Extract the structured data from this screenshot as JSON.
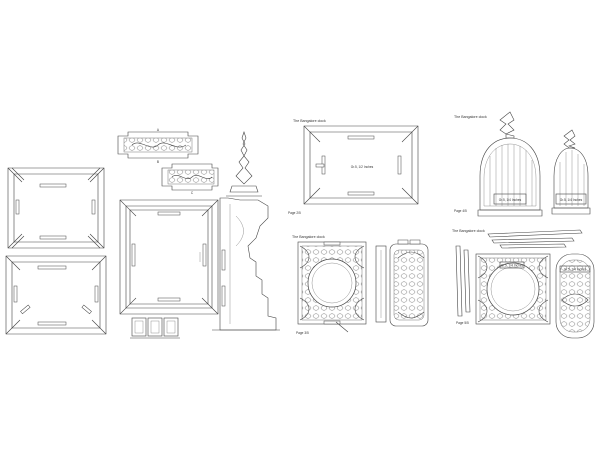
{
  "sheet2": {
    "title": "The Bangalore clock",
    "center_label": "Gr.5, 1/2 Inches",
    "page_note": "Page 2/5"
  },
  "sheet3": {
    "title": "The Bangalore clock",
    "page_note": "Page 3/5"
  },
  "sheet4": {
    "title": "The Bangalore clock",
    "label_left": "Gr.5, 1/4 Inches",
    "label_right": "Gr.5, 1/4 Inches",
    "page_note": "Page 4/5"
  },
  "sheet5": {
    "title": "The Bangalore clock",
    "label_a": "Gr.5, 1/4 Inches",
    "label_b": "Gr.5, 1/4 Inches",
    "page_note": "Page 5/5"
  },
  "colors": {
    "line": "#444444",
    "paper": "#ffffff"
  }
}
